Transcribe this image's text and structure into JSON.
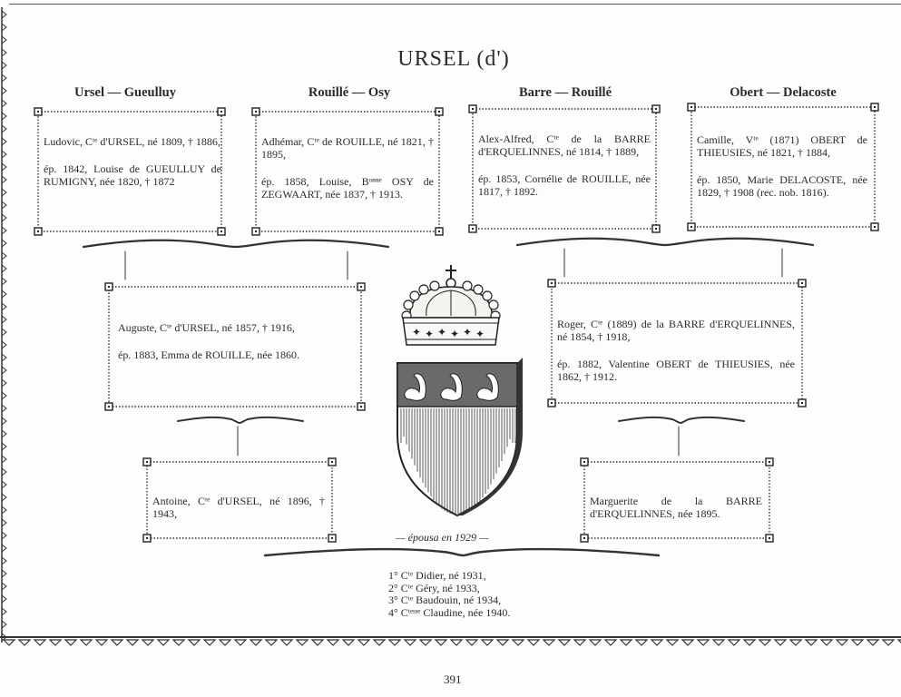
{
  "title": "URSEL (d')",
  "columns": [
    {
      "heading": "Ursel — Gueulluy"
    },
    {
      "heading": "Rouillé — Osy"
    },
    {
      "heading": "Barre — Rouillé"
    },
    {
      "heading": "Obert — Delacoste"
    }
  ],
  "top_boxes": [
    {
      "line1": "Ludovic, Cᵗᵉ d'URSEL, né 1809, † 1886,",
      "line2": "ép. 1842, Louise de GUEULLUY de RUMIGNY, née 1820, † 1872"
    },
    {
      "line1": "Adhémar, Cᵗᵉ de ROUILLE, né 1821, † 1895,",
      "line2": "ép. 1858, Louise, Bᵒⁿⁿᵉ OSY de ZEGWAART, née 1837, † 1913."
    },
    {
      "line1": "Alex-Alfred, Cᵗᵉ de la BARRE d'ERQUELINNES, né 1814, † 1889,",
      "line2": "ép. 1853, Cornélie de ROUILLE, née 1817, † 1892."
    },
    {
      "line1": "Camille, Vᵗᵉ (1871) OBERT de THIEUSIES, né 1821, † 1884,",
      "line2": "ép. 1850, Marie DELACOSTE, née 1829, † 1908 (rec. nob. 1816)."
    }
  ],
  "mid_boxes": [
    {
      "line1": "Auguste, Cᵗᵉ d'URSEL, né 1857, † 1916,",
      "line2": "ép. 1883, Emma de ROUILLE, née 1860."
    },
    {
      "line1": "Roger, Cᵗᵉ (1889) de la BARRE d'ERQUELINNES, né 1854, † 1918,",
      "line2": "ép. 1882, Valentine OBERT de THIEUSIES, née 1862, † 1912."
    }
  ],
  "bottom_boxes": [
    {
      "line1": "Antoine, Cᵗᵉ d'URSEL, né 1896, † 1943,"
    },
    {
      "line1": "Marguerite de la BARRE d'ERQUELINNES, née 1895."
    }
  ],
  "married_text": "— épousa en 1929 —",
  "children": [
    "1° Cᵗᵉ Didier, né 1931,",
    "2° Cᵗᵉ Géry, né 1933,",
    "3° Cᵗᵉ Baudouin, né 1934,",
    "4° Cᵗᵉˢˢᵉ Claudine, née 1940."
  ],
  "page_number": "391",
  "coat_of_arms": {
    "crown": "crown-icon",
    "shield": "shield-swans-icon",
    "charges": "three swans"
  }
}
